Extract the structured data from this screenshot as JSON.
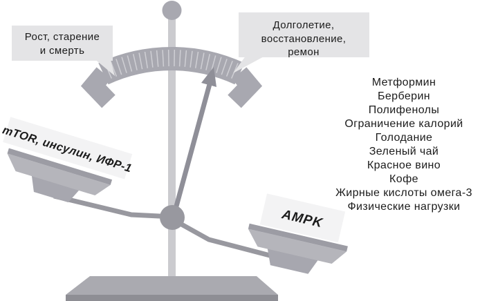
{
  "colors": {
    "bubble": "#e4e4e6",
    "band": "#a8a8b0",
    "tick": "#cfcfd4",
    "needle": "#8f8f98",
    "pole": "#cbcbcf",
    "pivot": "#98989f",
    "pan-body": "#b5b5bb",
    "pan-rim": "#9c9ca4",
    "pedestal": "#a7a7af",
    "plate": "#f3f3f4",
    "base-top": "#aaaab0",
    "base-front": "#8e8e94",
    "text": "#1b1b1b"
  },
  "left_bubble": {
    "line1": "Рост, старение",
    "line2": "и смерть"
  },
  "right_bubble": {
    "line1": "Долголетие,",
    "line2": "восстановление,",
    "line3": "ремон"
  },
  "left_pan": {
    "label": "mTOR, инсулин, ИФР-1"
  },
  "right_pan": {
    "label": "AMPK"
  },
  "factors": {
    "items": [
      "Метформин",
      "Берберин",
      "Полифенолы",
      "Ограничение калорий",
      "Голодание",
      "Зеленый чай",
      "Красное вино",
      "Кофе",
      "Жирные кислоты омега-3",
      "Физические нагрузки"
    ]
  }
}
